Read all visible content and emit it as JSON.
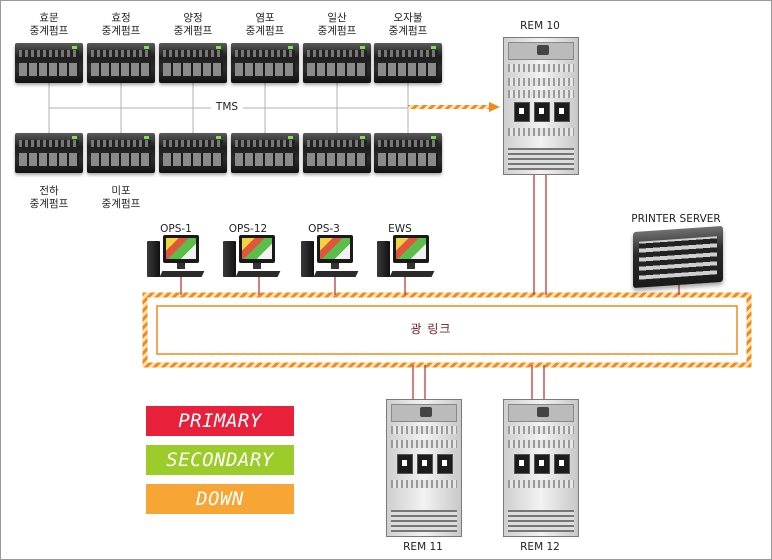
{
  "top_pumps": [
    {
      "line1": "효문",
      "line2": "중계펌프"
    },
    {
      "line1": "효정",
      "line2": "중계펌프"
    },
    {
      "line1": "양정",
      "line2": "중계펌프"
    },
    {
      "line1": "염포",
      "line2": "중계펌프"
    },
    {
      "line1": "일산",
      "line2": "중계펌프"
    },
    {
      "line1": "오자불",
      "line2": "중계펌프"
    }
  ],
  "bottom_pumps": [
    {
      "line1": "전하",
      "line2": "중계펌프"
    },
    {
      "line1": "미포",
      "line2": "중계펌프"
    }
  ],
  "tms_label": "TMS",
  "rems": {
    "rem10": "REM 10",
    "rem11": "REM 11",
    "rem12": "REM 12"
  },
  "workstations": [
    "OPS-1",
    "OPS-12",
    "OPS-3",
    "EWS"
  ],
  "printer_server": "PRINTER SERVER",
  "optical_link": "광 링크",
  "legend": [
    {
      "label": "PRIMARY",
      "color": "#e8203c"
    },
    {
      "label": "SECONDARY",
      "color": "#9ccc2a"
    },
    {
      "label": "DOWN",
      "color": "#f7a535"
    }
  ],
  "colors": {
    "link_orange": "#f7a535",
    "link_border": "#d98a1c",
    "cable_red": "#c0262b",
    "tms_line": "#b0b0b0"
  }
}
